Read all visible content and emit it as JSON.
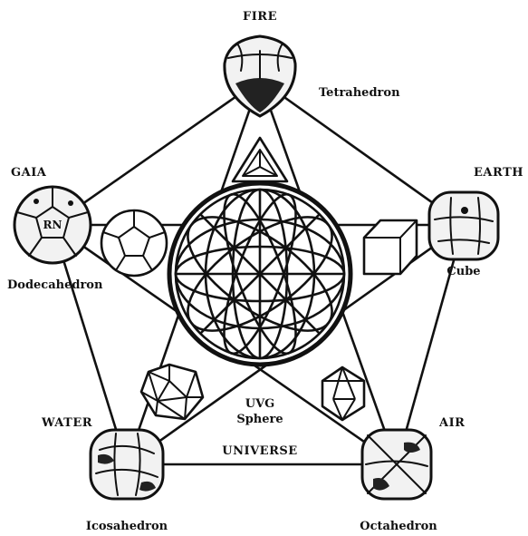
{
  "labels": {
    "fire": "FIRE",
    "tetrahedron": "Tetrahedron",
    "gaia": "GAIA",
    "dodecahedron": "Dodecahedron",
    "earth": "EARTH",
    "cube": "Cube",
    "water": "WATER",
    "icosahedron": "Icosahedron",
    "air": "AIR",
    "octahedron": "Octahedron",
    "sphere_line1": "UVG",
    "sphere_line2": "Sphere",
    "universe": "UNIVERSE",
    "gaia_stone_mark": "RN"
  },
  "colors": {
    "ink": "#111111",
    "paper": "#ffffff",
    "stone": "#f2f2f2"
  }
}
